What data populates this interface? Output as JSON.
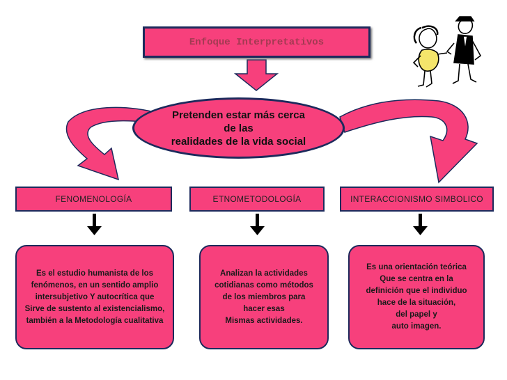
{
  "title": "Enfoque Interpretativos",
  "central": "Pretenden estar más cerca\nde las\nrealidades de la vida social",
  "categories": [
    {
      "label": "FENOMENOLOGÍA",
      "description": "Es el estudio humanista de los\nfenómenos, en un sentido amplio\nintersubjetivo Y autocrítica que\nSirve de sustento al existencialismo,\ntambién a la Metodología cualitativa"
    },
    {
      "label": "ETNOMETODOLOGÍA",
      "description": "Analizan la actividades\ncotidianas como métodos\nde los miembros para\nhacer esas\nMismas actividades."
    },
    {
      "label": "INTERACCIONISMO SIMBOLICO",
      "description": "Es una orientación teórica\nQue se centra en la\ndefinición que el individuo\nhace de la situación,\ndel papel y\nauto imagen."
    }
  ],
  "colors": {
    "fill": "#f7407c",
    "border": "#1c2a5c",
    "arrow": "#f7407c",
    "down_arrow": "#000000"
  },
  "clipart": "two-people-handshake-icon"
}
